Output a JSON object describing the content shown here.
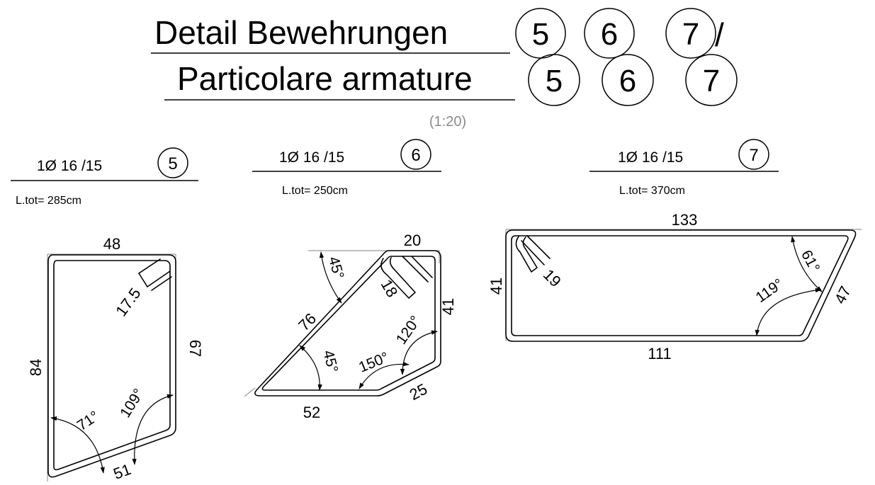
{
  "title": {
    "line1": "Detail Bewehrungen",
    "slash": "/",
    "line2": "Particolare armature",
    "bubbles": [
      "5",
      "6",
      "7"
    ],
    "scale": "(1:20)"
  },
  "bars": [
    {
      "mark": "5",
      "spec": "1Ø 16 /15",
      "length": "L.tot= 285cm",
      "dims": {
        "top": "48",
        "hook": "17.5",
        "left": "84",
        "right": "67",
        "bottom": "51"
      },
      "angles": [
        "71°",
        "109°"
      ]
    },
    {
      "mark": "6",
      "spec": "1Ø 16 /15",
      "length": "L.tot= 250cm",
      "dims": {
        "top": "20",
        "hook": "18",
        "right": "41",
        "diagonal": "76",
        "bottom": "52",
        "chamfer": "25"
      },
      "angles": [
        "45°",
        "45°",
        "150°",
        "120°"
      ]
    },
    {
      "mark": "7",
      "spec": "1Ø 16 /15",
      "length": "L.tot= 370cm",
      "dims": {
        "top": "133",
        "hook": "19",
        "left": "41",
        "right": "47",
        "bottom": "111"
      },
      "angles": [
        "61°",
        "119°"
      ]
    }
  ]
}
